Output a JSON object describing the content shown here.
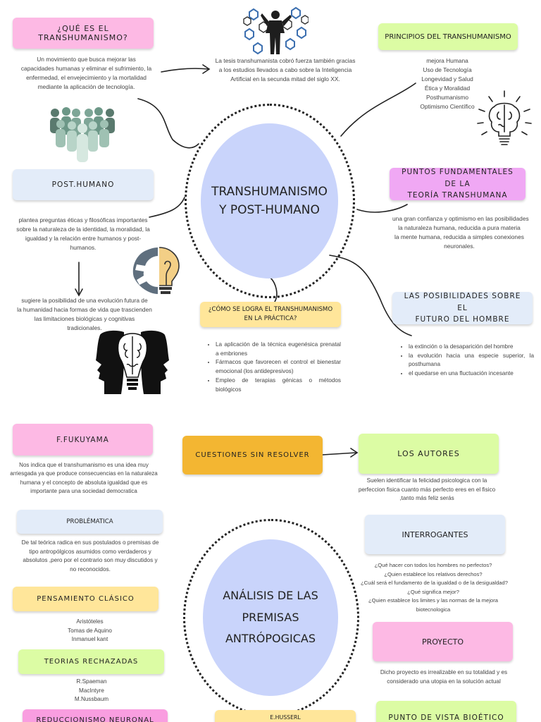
{
  "top": {
    "que_es": {
      "title": "¿QUÉ ES EL TRANSHUMANISMO?",
      "desc": [
        "Un movimiento que busca mejorar las",
        "capacidades humanas y eliminar el sufrimiento, la",
        "enfermedad, el envejecimiento y la mortalidad",
        "mediante la aplicación de tecnología."
      ]
    },
    "tesis": [
      "La tesis transhumanista cobró fuerza también gracias",
      "a los estudios llevados a cabo sobre la Inteligencia",
      "Artificial en la secunda mitad del siglo XX."
    ],
    "principios": {
      "title": "PRINCIPIOS DEL TRANSHUMANISMO",
      "items": [
        "mejora Humana",
        "Uso de Tecnología",
        "Longevidad y Salud",
        "Ética y Moralidad",
        "Posthumanismo",
        "Optimismo Científico"
      ]
    },
    "center": {
      "line1": "TRANSHUMANISMO",
      "line2": "Y POST-HUMANO"
    },
    "post_humano": {
      "title": "POST.HUMANO",
      "desc1": [
        "plantea preguntas éticas y filosóficas importantes",
        "sobre la naturaleza de la identidad, la moralidad, la",
        "igualdad y la relación entre humanos y post-",
        "humanos."
      ],
      "desc2": [
        "sugiere la posibilidad de una evolución futura de",
        "la humanidad hacia formas de vida que trascienden",
        "las limitaciones biológicas y cognitivas",
        "tradicionales."
      ]
    },
    "puntos": {
      "title1": "PUNTOS FUNDAMENTALES DE LA",
      "title2": "TEORÍA TRANSHUMANA",
      "desc": [
        "una gran confianza y optimismo en las posibilidades",
        "la naturaleza humana, reducida a pura materia",
        "la mente humana, reducida a simples conexiones",
        "neuronales."
      ]
    },
    "posibilidades": {
      "title1": "LAS POSIBILIDADES SOBRE EL",
      "title2": "FUTURO DEL HOMBRE",
      "items": [
        "la extinción o la desaparición del hombre",
        "la evolución hacia una especie superior, la posthumana",
        "el quedarse en una fluctuación incesante"
      ]
    },
    "como": {
      "title1": "¿CÓMO SE LOGRA EL TRANSHUMANISMO",
      "title2": "EN LA PRÁCTICA?",
      "items": [
        "La aplicación de la técnica eugenésica prenatal a embriones",
        "Fármacos que favorecen el control el bienestar emocional (los antidepresivos)",
        "Empleo de terapias génicas o métodos biológicos"
      ]
    }
  },
  "bottom": {
    "fukuyama": {
      "title": "F.FUKUYAMA",
      "desc": [
        "Nos indica que el transhumanismo es una idea muy",
        "arriesgada ya que produce consecuencias en la naturaleza",
        "humana y el concepto de absoluta igualdad que es",
        "importante para una sociedad democratica"
      ]
    },
    "cuestiones": {
      "title": "CUESTIONES SIN RESOLVER"
    },
    "autores": {
      "title": "LOS AUTORES",
      "desc": [
        "Suelen identificar la felicidad psicologica con la",
        "perfeccion fisica cuanto más perfecto eres en el fisico",
        ",tanto más feliz serás"
      ]
    },
    "problematica": {
      "title": "PROBLÉMATICA",
      "desc": [
        "De tal teórica radica en sus postulados o premisas de",
        "tipo antropólgicos asumidos como verdaderos y",
        "absolutos ,pero por el contrario son muy discutidos y",
        "no reconocidos."
      ]
    },
    "interrogantes": {
      "title": "INTERROGANTES",
      "items": [
        "¿Qué hacer con todos los hombres no perfectos?",
        "¿Quien establece los relativos derechos?",
        "¿Cuál será el fundamento de la igualdad o de la desigualdad?",
        "¿Qué significa mejor?",
        "¿Quien establece los limites y las normas de la mejora",
        "biotecnologica"
      ]
    },
    "center": {
      "line1": "ANÁLISIS DE LAS",
      "line2": "PREMISAS",
      "line3": "ANTRÓPOGICAS"
    },
    "pensamiento": {
      "title": "PENSAMIENTO CLÁSICO",
      "items": [
        "Aristóteles",
        "Tomas de Aquino",
        "Inmanuel kant"
      ]
    },
    "teorias": {
      "title": "TEORIAS RECHAZADAS",
      "items": [
        "R.Spaeman",
        "MacIntyre",
        "M.Nussbaum"
      ]
    },
    "proyecto": {
      "title": "PROYECTO",
      "desc": [
        "Dicho proyecto es irrealizable en su totalidad y es",
        "considerado una utopia en la solución actual"
      ]
    },
    "reduccionismo": {
      "title": "REDUCCIONISMO NEURONAL"
    },
    "husserl": {
      "title": "E.HUSSERL"
    },
    "bioetico": {
      "title": "PUNTO DE VISTA BIOÉTICO"
    }
  },
  "colors": {
    "pink": "#fdb9e4",
    "lightblue": "#e3ecf9",
    "green": "#dcfca4",
    "lavender": "#f0a8f4",
    "yellow": "#ffe69a",
    "orange": "#f3b632",
    "circle": "#c9d4fb"
  },
  "icons": [
    "person-network-icon",
    "people-group-icon",
    "brain-bulb-icon",
    "gear-bulb-icon",
    "heads-brain-icon"
  ]
}
